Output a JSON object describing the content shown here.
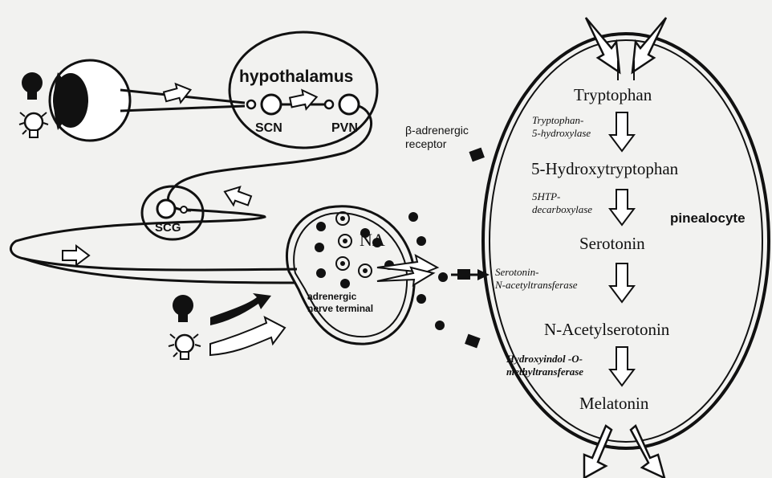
{
  "labels": {
    "hypothalamus": "hypothalamus",
    "scn": "SCN",
    "pvn": "PVN",
    "scg": "SCG",
    "receptor_line1": "β-adrenergic",
    "receptor_line2": "receptor",
    "na": "NA",
    "terminal_line1": "adrenergic",
    "terminal_line2": "nerve terminal",
    "pinealocyte": "pinealocyte"
  },
  "pathway": {
    "compounds": [
      "Tryptophan",
      "5-Hydroxytryptophan",
      "Serotonin",
      "N-Acetylserotonin",
      "Melatonin"
    ],
    "enzymes": [
      [
        "Tryptophan-",
        "5-hydroxylase"
      ],
      [
        "5HTP-",
        "decarboxylase"
      ],
      [
        "Serotonin-",
        "N-acetyltransferase"
      ],
      [
        "Hydroxyindol -O-",
        "methyltransferase"
      ]
    ]
  },
  "icons": [
    "eye-icon",
    "lightbulb-dark-icon",
    "lightbulb-lit-icon",
    "arrow-icon",
    "stimulation-arrow-icon",
    "inhibition-arrow-icon"
  ],
  "colors": {
    "ink": "#111111",
    "paper": "#f2f2f0"
  }
}
